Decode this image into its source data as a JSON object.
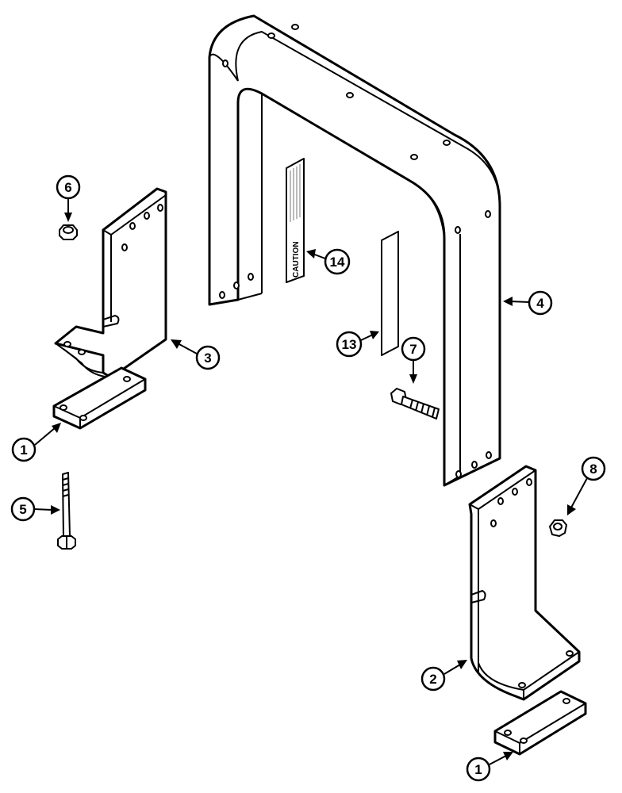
{
  "callouts": [
    {
      "id": "c1a",
      "label": "1"
    },
    {
      "id": "c1b",
      "label": "1"
    },
    {
      "id": "c2",
      "label": "2"
    },
    {
      "id": "c3",
      "label": "3"
    },
    {
      "id": "c4",
      "label": "4"
    },
    {
      "id": "c5",
      "label": "5"
    },
    {
      "id": "c6",
      "label": "6"
    },
    {
      "id": "c7",
      "label": "7"
    },
    {
      "id": "c8",
      "label": "8"
    },
    {
      "id": "c13",
      "label": "13"
    },
    {
      "id": "c14",
      "label": "14"
    }
  ],
  "decal": {
    "text": "CAUTION"
  }
}
